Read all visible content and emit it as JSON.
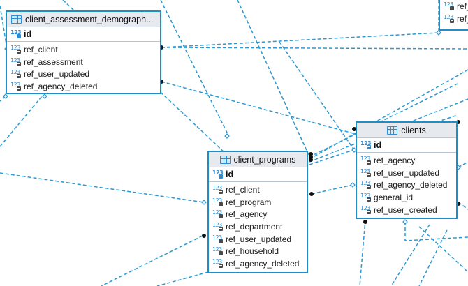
{
  "colors": {
    "accent": "#1e8fc4",
    "header_bg": "#e6eaef",
    "line": "#2a9ad6"
  },
  "icons": {
    "table": "table-icon",
    "numeric_column": "numeric-column-icon"
  },
  "type_label": "123",
  "tables": {
    "demographics": {
      "title": "client_assessment_demograph...",
      "pk": "id",
      "columns": [
        "ref_client",
        "ref_assessment",
        "ref_user_updated",
        "ref_agency_deleted"
      ]
    },
    "programs": {
      "title": "client_programs",
      "pk": "id",
      "columns": [
        "ref_client",
        "ref_program",
        "ref_agency",
        "ref_department",
        "ref_user_updated",
        "ref_household",
        "ref_agency_deleted"
      ]
    },
    "clients": {
      "title": "clients",
      "pk": "id",
      "columns": [
        "ref_agency",
        "ref_user_updated",
        "ref_agency_deleted",
        "general_id",
        "ref_user_created"
      ]
    },
    "partial": {
      "columns": [
        "ref_",
        "ref_"
      ]
    }
  }
}
